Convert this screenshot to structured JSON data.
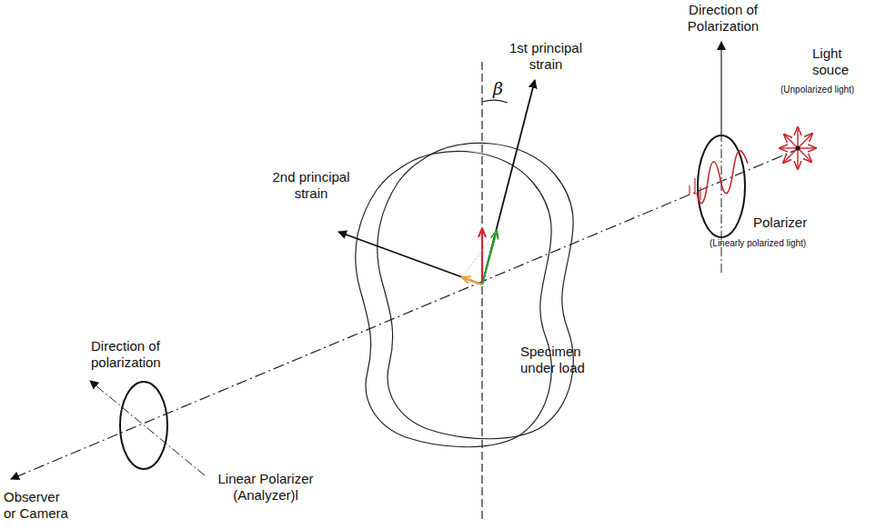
{
  "diagram": {
    "labels": [
      "Direction of Polarization",
      "Light souce",
      "(Unpolarized light)",
      "Polarizer",
      "(Linearly polarized light)",
      "1st principal strain",
      "β",
      "2nd principal strain",
      "Specimen under load",
      "Direction of polarization",
      "Linear Polarizer (Analyzer)l",
      "Observer or Camera"
    ]
  }
}
